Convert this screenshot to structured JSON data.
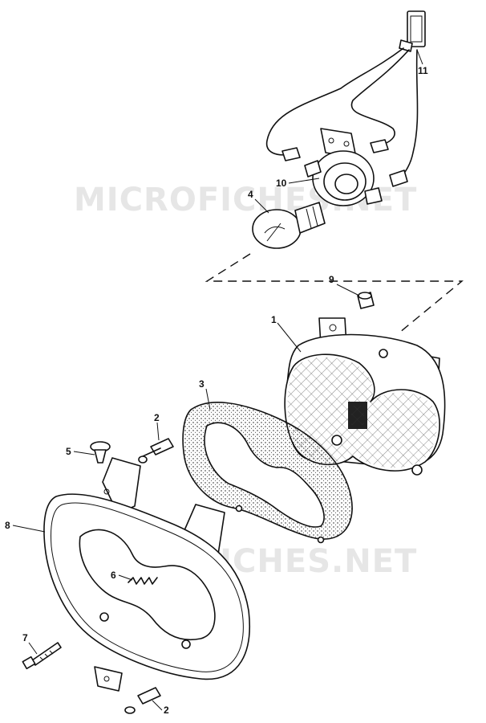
{
  "watermark": {
    "upper": "MICROFICHES.NET",
    "lower": "MICROFICHES.NET"
  },
  "callouts": {
    "c1": "1",
    "c2a": "2",
    "c2b": "2",
    "c3": "3",
    "c4": "4",
    "c5": "5",
    "c6": "6",
    "c7": "7",
    "c8": "8",
    "c9": "9",
    "c10": "10",
    "c11": "11"
  }
}
